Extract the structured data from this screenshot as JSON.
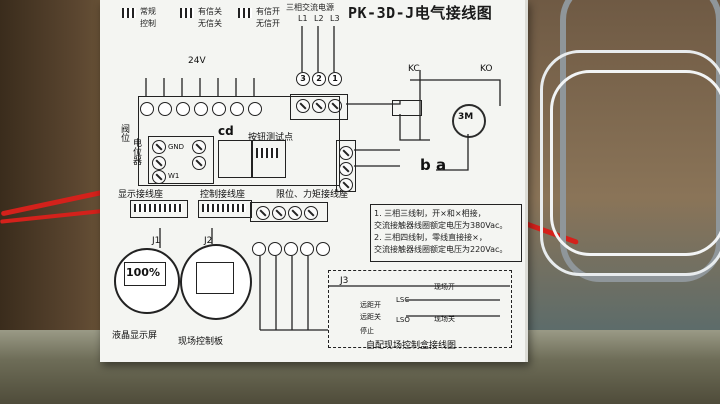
{
  "title": "PK-3D-J电气接线图",
  "top_switches": [
    {
      "a": "常规",
      "b": "控制"
    },
    {
      "a": "有信关",
      "b": "无信关"
    },
    {
      "a": "有信开",
      "b": "无信开"
    }
  ],
  "power_label": "三相交流电源",
  "phase_labels": [
    "L1",
    "L2",
    "L3"
  ],
  "terminal_numbers_top": [
    "3",
    "2",
    "1"
  ],
  "voltage_label": "24V",
  "terminal_block_label": "按钮测试点",
  "cd_label": "cd",
  "side_labels": [
    "阀位",
    "电位器",
    "GND",
    "W1"
  ],
  "display_label": "显示接线座",
  "control_label": "控制接线座",
  "limit_label": "限位、力矩接线座",
  "motor_label": "3M",
  "kc_labels": [
    "KC",
    "KO"
  ],
  "ba_label": "b a",
  "notes": [
    "1. 三相三线制，开×和×相接，",
    "交流接触器线圈额定电压为380Vac。",
    "2. 三相四线制，零线直接接×，",
    "交流接触器线圈额定电压为220Vac。"
  ],
  "j_labels": [
    "J1",
    "J2",
    "J3"
  ],
  "percent": "100%",
  "lcd_label": "液晶显示屏",
  "field_panel_label": "现场控制板",
  "remote_label": "自配现场控制盒接线图",
  "remote_items": [
    "远距开",
    "远距关",
    "现场开",
    "现场关",
    "LSC",
    "LSO",
    "停止"
  ]
}
